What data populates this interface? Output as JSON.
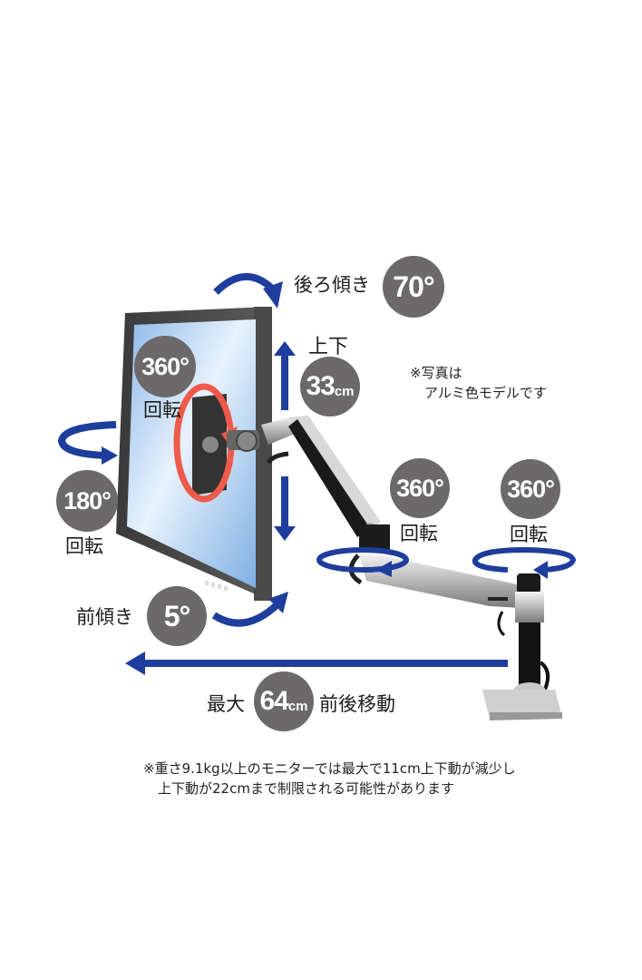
{
  "colors": {
    "arrow_blue": "#1f3d9c",
    "rotate_red": "#ef5a4a",
    "badge_gray": "#6b6969",
    "background": "#ffffff"
  },
  "features": {
    "tilt_back": {
      "label": "後ろ傾き",
      "value": "70°"
    },
    "height": {
      "label": "上下",
      "value": "33",
      "unit": "cm"
    },
    "screen_rotate": {
      "label": "回転",
      "value": "360°"
    },
    "swivel": {
      "label": "回転",
      "value": "180°"
    },
    "elbow_rotate": {
      "label": "回転",
      "value": "360°"
    },
    "base_rotate": {
      "label": "回転",
      "value": "360°"
    },
    "tilt_forward": {
      "label": "前傾き",
      "value": "5°"
    },
    "extension": {
      "prefix": "最大",
      "value": "64",
      "unit": "cm",
      "suffix": "前後移動"
    }
  },
  "photo_note": {
    "line1": "※写真は",
    "line2": "アルミ色モデルです"
  },
  "footnote": {
    "line1": "※重さ9.1kg以上のモニターでは最大で11cm上下動が減少し",
    "line2": "上下動が22cmまで制限される可能性があります"
  }
}
